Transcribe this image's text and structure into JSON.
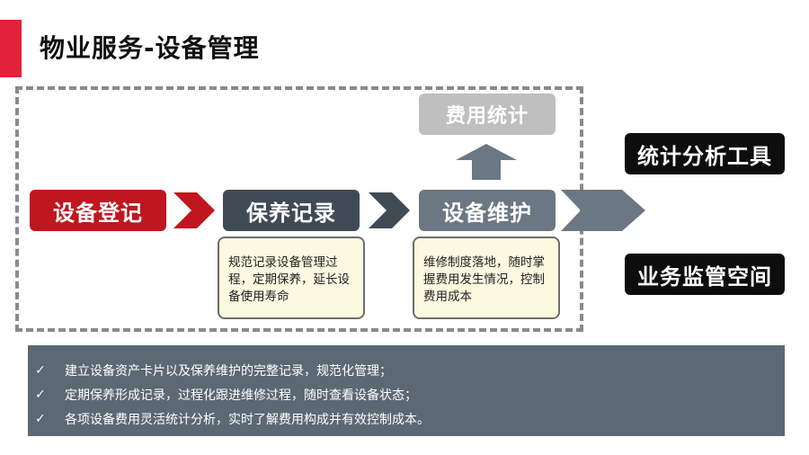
{
  "title": "物业服务-设备管理",
  "steps": {
    "register": "设备登记",
    "maintain": "保养记录",
    "repair": "设备维护",
    "cost": "费用统计"
  },
  "notes": {
    "maintain": "规范记录设备管理过程，定期保养，延长设备使用寿命",
    "repair": "维修制度落地，随时掌握费用发生情况，控制费用成本"
  },
  "tags": {
    "stats": "统计分析工具",
    "supervise": "业务监管空间"
  },
  "summary": [
    {
      "icon": "✓",
      "text": "建立设备资产卡片以及保养维护的完整记录，规范化管理；"
    },
    {
      "icon": "✓",
      "text": "定期保养形成记录，过程化跟进维修过程，随时查看设备状态；"
    },
    {
      "icon": "✓",
      "text": "各项设备费用灵活统计分析，实时了解费用构成并有效控制成本。"
    }
  ],
  "colors": {
    "accent": "#e3213a",
    "register": "#c0161f",
    "maintain": "#3f4a55",
    "repair": "#6b7782",
    "cost": "#bfbfbf",
    "summary_bg": "#5c6873"
  }
}
